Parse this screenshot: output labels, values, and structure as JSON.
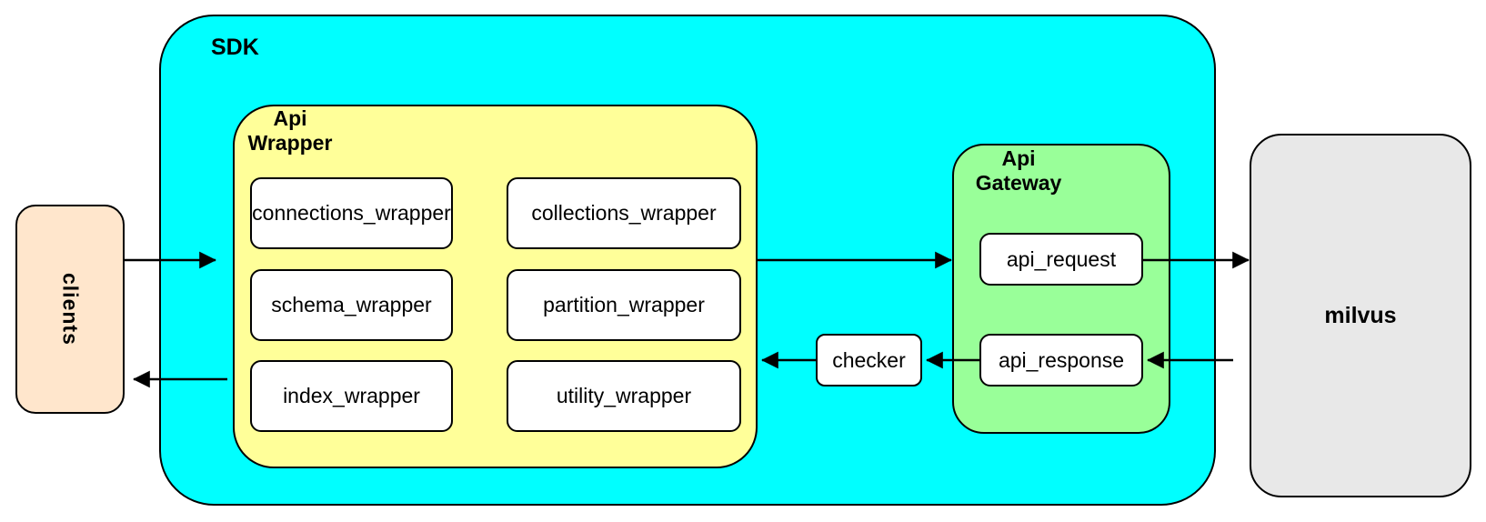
{
  "diagram": {
    "clients": {
      "label": "clients"
    },
    "sdk": {
      "label": "SDK"
    },
    "api_wrapper": {
      "label": "Api\nWrapper",
      "children": [
        "connections_wrapper",
        "collections_wrapper",
        "schema_wrapper",
        "partition_wrapper",
        "index_wrapper",
        "utility_wrapper"
      ]
    },
    "checker": {
      "label": "checker"
    },
    "api_gateway": {
      "label": "Api\nGateway",
      "children": [
        "api_request",
        "api_response"
      ]
    },
    "milvus": {
      "label": "milvus"
    }
  },
  "arrows": [
    {
      "from": "clients",
      "to": "sdk"
    },
    {
      "from": "sdk",
      "to": "clients"
    },
    {
      "from": "api_wrapper",
      "to": "api_gateway"
    },
    {
      "from": "api_request",
      "to": "milvus"
    },
    {
      "from": "milvus",
      "to": "api_response"
    },
    {
      "from": "api_response",
      "to": "checker"
    },
    {
      "from": "checker",
      "to": "api_wrapper"
    }
  ],
  "colors": {
    "sdk": "#00ffff",
    "api_wrapper": "#ffff99",
    "api_gateway": "#99ff99",
    "clients": "#ffe6cc",
    "milvus": "#e8e8e8",
    "node_fill": "#ffffff",
    "border": "#000000"
  }
}
